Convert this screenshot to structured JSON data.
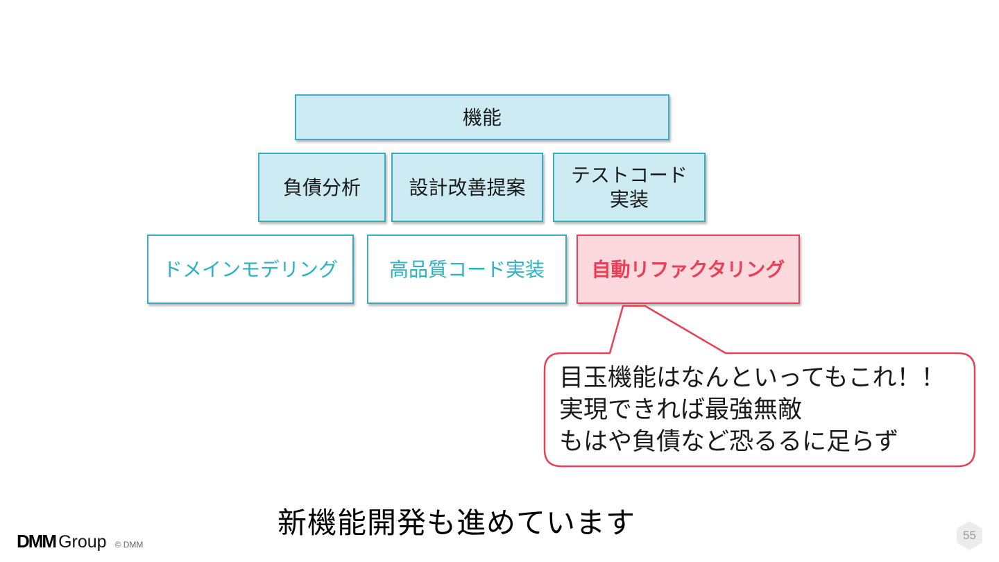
{
  "slide": {
    "headline": "新機能開発も進めています",
    "page_number": "55",
    "footer": {
      "brand": "DMM",
      "brand_suffix": "Group",
      "copyright": "© DMM"
    }
  },
  "diagram": {
    "root_box": {
      "label": "機能"
    },
    "row_implemented": [
      {
        "label": "負債分析"
      },
      {
        "label": "設計改善提案"
      },
      {
        "label": "テストコード\n実装"
      }
    ],
    "row_planned": [
      {
        "label": "ドメインモデリング"
      },
      {
        "label": "高品質コード実装"
      },
      {
        "label": "自動リファクタリング"
      }
    ]
  },
  "callout": {
    "line1": "目玉機能はなんといってもこれ！！",
    "line2": "実現できれば最強無敵",
    "line3": "もはや負債など恐るるに足らず"
  },
  "colors": {
    "box_fill": "#cdebf2",
    "box_border": "#38acc0",
    "outline_text": "#2bb3c4",
    "highlight_fill": "#fdd8dc",
    "highlight_red": "#e84056",
    "badge_fill": "#ececec",
    "badge_text": "#999999"
  }
}
